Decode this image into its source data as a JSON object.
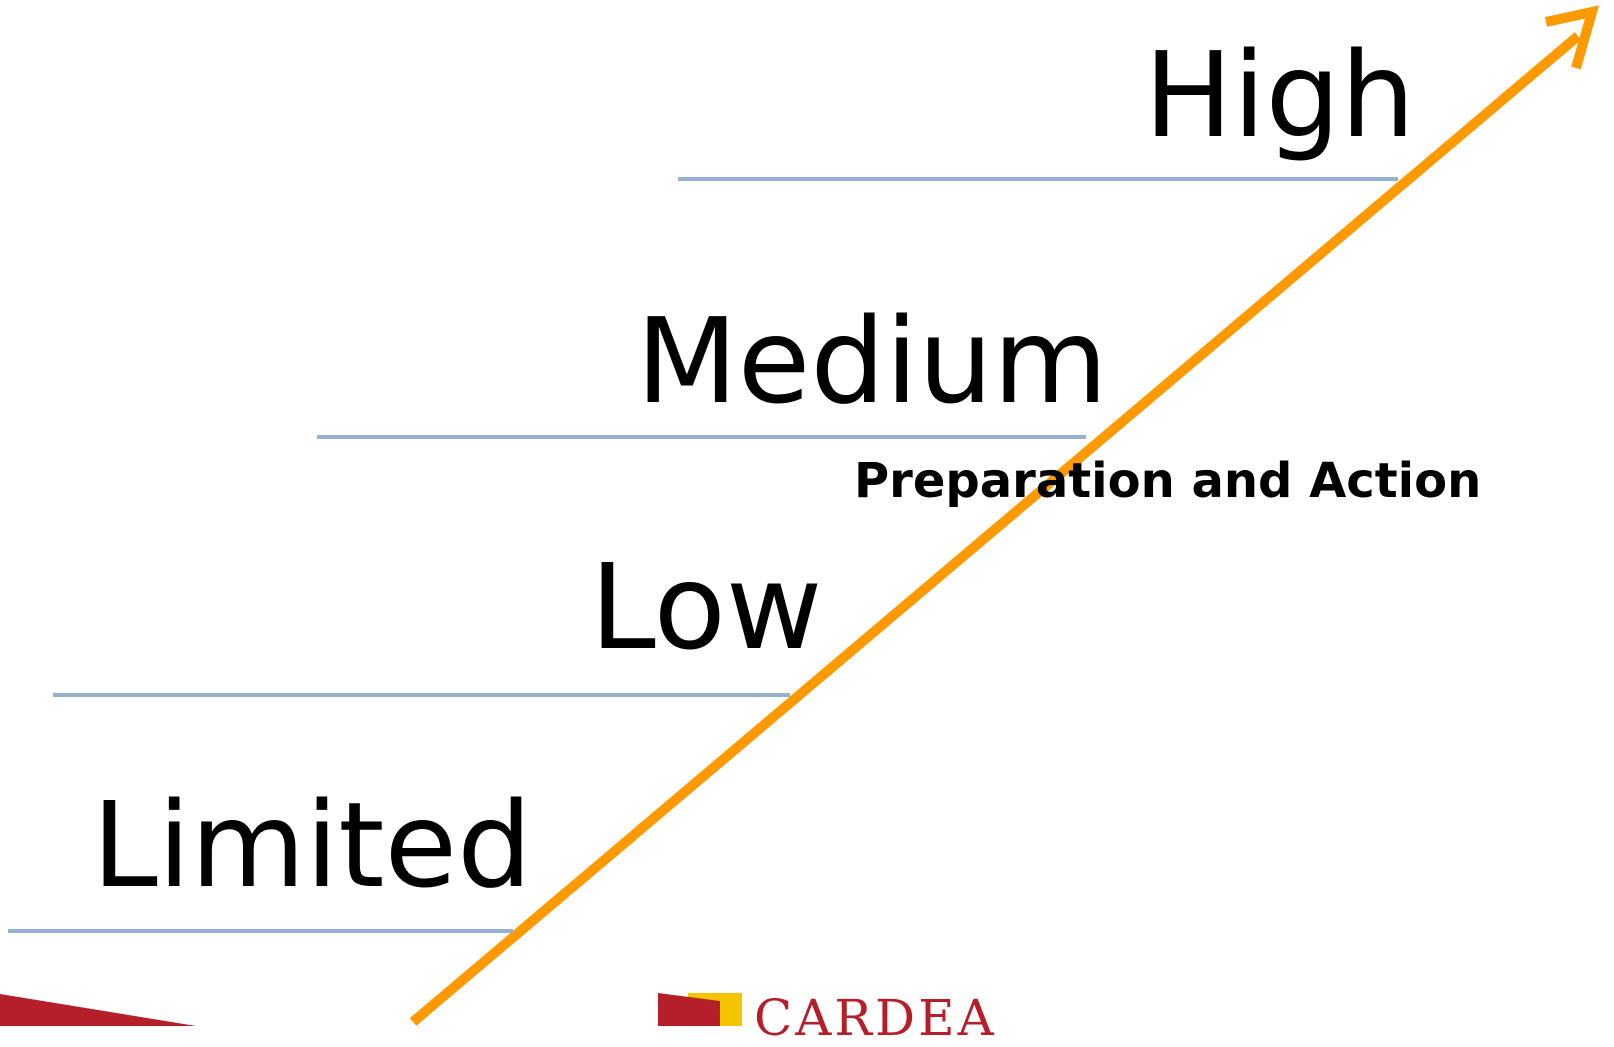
{
  "levels": {
    "high": "High",
    "medium": "Medium",
    "low": "Low",
    "limited": "Limited"
  },
  "annotation": "Preparation and Action",
  "logo_text": "CARDEA",
  "colors": {
    "arrow": "#ff9900",
    "step_line": "#95b3d0",
    "text": "#000000",
    "logo_red": "#b51f2a",
    "logo_yellow": "#f5c400"
  },
  "icons": {
    "trend_arrow": "arrow-up-right-icon"
  }
}
